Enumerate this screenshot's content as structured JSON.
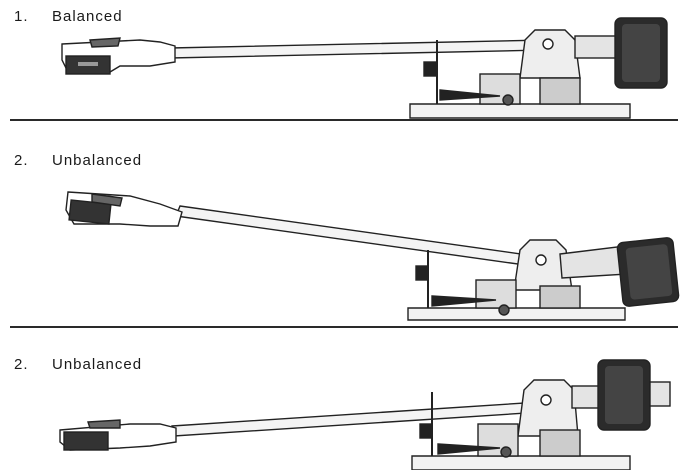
{
  "diagrams": [
    {
      "number": "1.",
      "caption": "Balanced"
    },
    {
      "number": "2.",
      "caption": "Unbalanced"
    },
    {
      "number": "2.",
      "caption": "Unbalanced"
    }
  ]
}
